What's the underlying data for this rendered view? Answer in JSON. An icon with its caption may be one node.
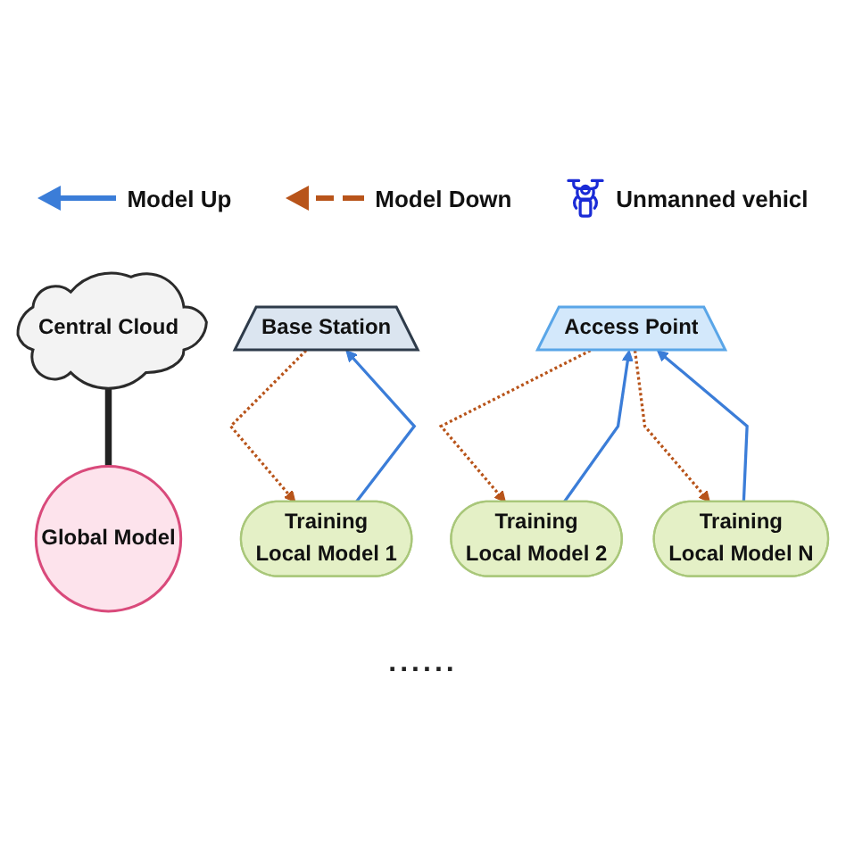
{
  "diagram": {
    "nodes": [
      {
        "text": [
          "Central Cloud"
        ]
      },
      {
        "text": [
          "Global Model"
        ]
      },
      {
        "text": [
          "Base Station"
        ]
      },
      {
        "text": [
          "Access Point"
        ]
      },
      {
        "text": [
          "Training",
          "Local Model 1"
        ]
      },
      {
        "text": [
          "Training",
          "Local Model 2"
        ]
      },
      {
        "text": [
          "Training",
          "Local Model N"
        ]
      }
    ],
    "edges": [
      {
        "from": 0,
        "to": 1,
        "arrow": "none",
        "style": "thick",
        "color": "#222222"
      },
      {
        "from": 2,
        "to": 4,
        "arrow": "to",
        "style": "dashed",
        "color": "#b8541a"
      },
      {
        "from": 4,
        "to": 2,
        "arrow": "to",
        "color": "#3b7dd8"
      },
      {
        "from": 3,
        "to": 5,
        "arrow": "to",
        "style": "dashed",
        "color": "#b8541a"
      },
      {
        "from": 5,
        "to": 3,
        "arrow": "to",
        "color": "#3b7dd8"
      },
      {
        "from": 3,
        "to": 6,
        "arrow": "to",
        "style": "dashed",
        "color": "#b8541a"
      },
      {
        "from": 6,
        "to": 3,
        "arrow": "to",
        "color": "#3b7dd8"
      }
    ],
    "labels": [
      "......"
    ],
    "legend": [
      {
        "text": "Model Up"
      },
      {
        "text": "Model Down"
      },
      {
        "text": "Unmanned vehicl"
      }
    ]
  }
}
